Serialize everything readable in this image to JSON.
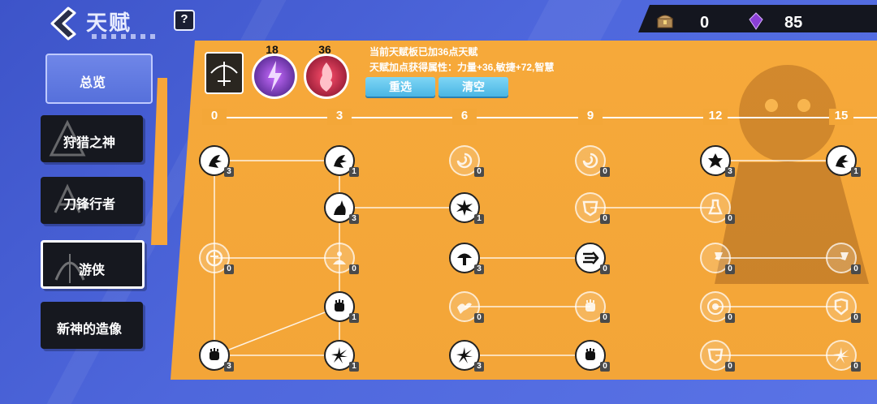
{
  "header": {
    "title": "天赋",
    "help_label": "?"
  },
  "currency": [
    {
      "icon": "treasure-chest-icon",
      "value": "0"
    },
    {
      "icon": "purple-crystal-icon",
      "value": "85"
    }
  ],
  "menu": [
    {
      "label": "总览",
      "name": "menu-overview",
      "active": false
    },
    {
      "label": "狩猎之神",
      "name": "menu-hunting-god",
      "active": false
    },
    {
      "label": "刀锋行者",
      "name": "menu-blade-walker",
      "active": false
    },
    {
      "label": "游侠",
      "name": "menu-ranger",
      "active": true
    },
    {
      "label": "新神的造像",
      "name": "menu-new-god-statue",
      "active": false
    }
  ],
  "panel": {
    "orb1_value": "18",
    "orb2_value": "36",
    "info_line1": "当前天赋板已加36点天赋",
    "info_line2": "天赋加点获得属性：力量+36,敏捷+72,智慧",
    "reset_label": "重选",
    "clear_label": "清空"
  },
  "tiers": [
    "0",
    "3",
    "6",
    "9",
    "12",
    "15"
  ],
  "nodes": [
    {
      "col": 0,
      "row": 0,
      "level": "3",
      "active": true,
      "icon": "beast-claw-icon"
    },
    {
      "col": 1,
      "row": 0,
      "level": "1",
      "active": true,
      "icon": "beast-claw-icon"
    },
    {
      "col": 2,
      "row": 0,
      "level": "0",
      "active": false,
      "icon": "swirl-icon"
    },
    {
      "col": 3,
      "row": 0,
      "level": "0",
      "active": false,
      "icon": "swirl-icon"
    },
    {
      "col": 4,
      "row": 0,
      "level": "3",
      "active": true,
      "icon": "totem-icon"
    },
    {
      "col": 5,
      "row": 0,
      "level": "1",
      "active": true,
      "icon": "beast-claw-icon"
    },
    {
      "col": 1,
      "row": 1,
      "level": "3",
      "active": true,
      "icon": "wolf-howl-icon"
    },
    {
      "col": 2,
      "row": 1,
      "level": "1",
      "active": true,
      "icon": "thorn-burst-icon"
    },
    {
      "col": 3,
      "row": 1,
      "level": "0",
      "active": false,
      "icon": "crest-icon"
    },
    {
      "col": 4,
      "row": 1,
      "level": "0",
      "active": false,
      "icon": "potion-icon"
    },
    {
      "col": 0,
      "row": 2,
      "level": "0",
      "active": false,
      "icon": "shield-icon"
    },
    {
      "col": 1,
      "row": 2,
      "level": "0",
      "active": false,
      "icon": "meditate-icon"
    },
    {
      "col": 2,
      "row": 2,
      "level": "3",
      "active": true,
      "icon": "mushroom-icon"
    },
    {
      "col": 3,
      "row": 2,
      "level": "0",
      "active": true,
      "icon": "dash-icon"
    },
    {
      "col": 4,
      "row": 2,
      "level": "0",
      "active": false,
      "icon": "strike-icon"
    },
    {
      "col": 5,
      "row": 2,
      "level": "0",
      "active": false,
      "icon": "strike-icon"
    },
    {
      "col": 1,
      "row": 3,
      "level": "1",
      "active": true,
      "icon": "fist-icon"
    },
    {
      "col": 2,
      "row": 3,
      "level": "0",
      "active": false,
      "icon": "bird-icon"
    },
    {
      "col": 3,
      "row": 3,
      "level": "0",
      "active": false,
      "icon": "fist-icon"
    },
    {
      "col": 4,
      "row": 3,
      "level": "0",
      "active": false,
      "icon": "target-icon"
    },
    {
      "col": 5,
      "row": 3,
      "level": "0",
      "active": false,
      "icon": "armor-icon"
    },
    {
      "col": 0,
      "row": 4,
      "level": "3",
      "active": true,
      "icon": "fist-icon"
    },
    {
      "col": 1,
      "row": 4,
      "level": "1",
      "active": true,
      "icon": "leaf-burst-icon"
    },
    {
      "col": 2,
      "row": 4,
      "level": "3",
      "active": true,
      "icon": "leaf-burst-icon"
    },
    {
      "col": 3,
      "row": 4,
      "level": "0",
      "active": true,
      "icon": "fist-icon"
    },
    {
      "col": 4,
      "row": 4,
      "level": "0",
      "active": false,
      "icon": "crest-icon"
    },
    {
      "col": 5,
      "row": 4,
      "level": "0",
      "active": false,
      "icon": "leaf-burst-icon"
    }
  ],
  "links": [
    {
      "from": [
        0,
        0
      ],
      "to": [
        1,
        0
      ]
    },
    {
      "from": [
        4,
        0
      ],
      "to": [
        5,
        0
      ]
    },
    {
      "from": [
        1,
        1
      ],
      "to": [
        2,
        1
      ]
    },
    {
      "from": [
        3,
        1
      ],
      "to": [
        4,
        1
      ]
    },
    {
      "from": [
        0,
        2
      ],
      "to": [
        1,
        2
      ]
    },
    {
      "from": [
        2,
        2
      ],
      "to": [
        3,
        2
      ]
    },
    {
      "from": [
        4,
        2
      ],
      "to": [
        5,
        2
      ]
    },
    {
      "from": [
        2,
        3
      ],
      "to": [
        3,
        3
      ]
    },
    {
      "from": [
        4,
        3
      ],
      "to": [
        5,
        3
      ]
    },
    {
      "from": [
        0,
        4
      ],
      "to": [
        1,
        4
      ]
    },
    {
      "from": [
        2,
        4
      ],
      "to": [
        3,
        4
      ]
    },
    {
      "from": [
        4,
        4
      ],
      "to": [
        5,
        4
      ]
    },
    {
      "from": [
        0,
        4
      ],
      "to": [
        1,
        3
      ]
    },
    {
      "from": [
        0,
        0
      ],
      "to": [
        0,
        4
      ]
    },
    {
      "from": [
        1,
        0
      ],
      "to": [
        1,
        4
      ]
    }
  ],
  "colors": {
    "panel": "#f4a738",
    "bg": "#4e67dc",
    "button": "#4ab6e4"
  }
}
